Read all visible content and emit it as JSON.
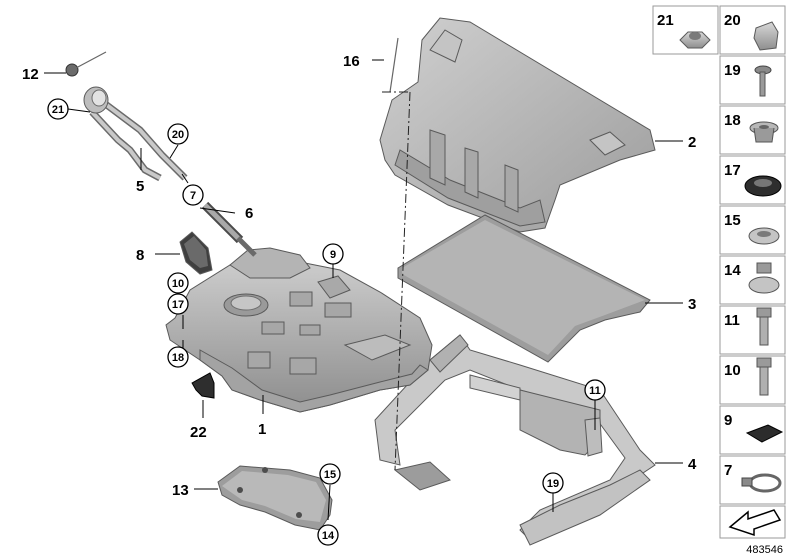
{
  "diagram": {
    "reference_number": "483546",
    "callouts": {
      "c1": "1",
      "c2": "2",
      "c3": "3",
      "c4": "4",
      "c5": "5",
      "c6": "6",
      "c8": "8",
      "c12": "12",
      "c13": "13",
      "c16": "16",
      "c22": "22",
      "c21": "21",
      "c20": "20",
      "c7": "7",
      "c10": "10",
      "c17": "17",
      "c18": "18",
      "c9": "9",
      "c11": "11",
      "c19": "19",
      "c15": "15",
      "c14": "14"
    },
    "parts_panel": {
      "p21": "21",
      "p20": "20",
      "p19": "19",
      "p18": "18",
      "p17": "17",
      "p15": "15",
      "p14": "14",
      "p11": "11",
      "p10": "10",
      "p9": "9",
      "p7": "7"
    },
    "colors": {
      "part_fill": "#b9b9b9",
      "part_dark": "#8a8a8a",
      "part_light": "#d6d6d6",
      "panel_border": "#9a9a9a"
    },
    "icons": [
      "arrow-icon"
    ]
  }
}
